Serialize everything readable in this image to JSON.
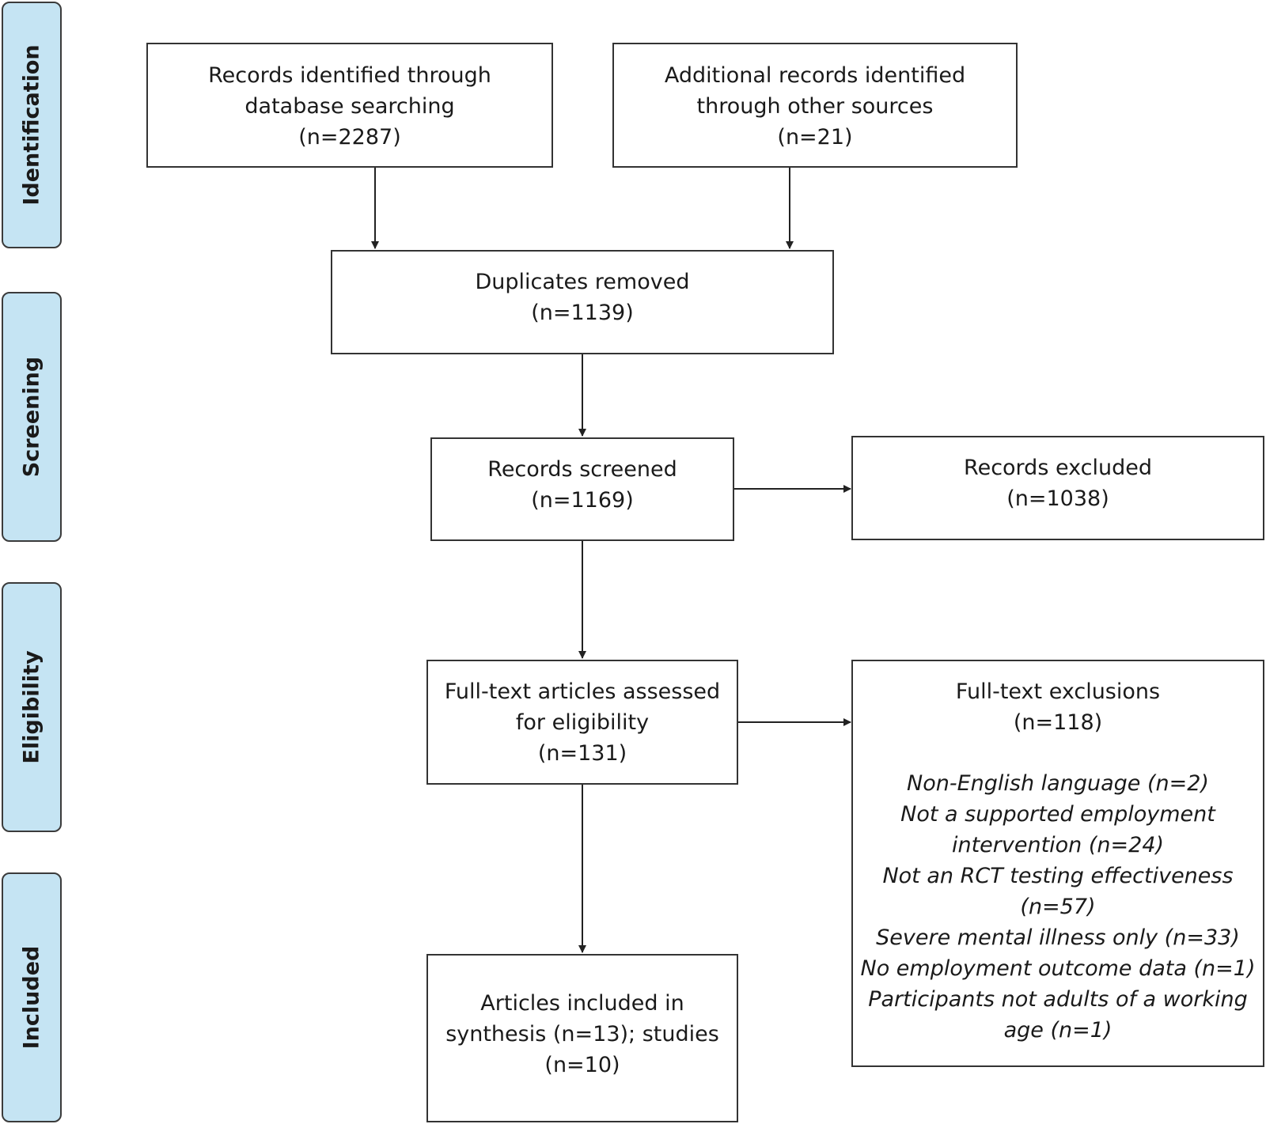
{
  "stages": [
    "Identification",
    "Screening",
    "Eligibility",
    "Included"
  ],
  "boxes": {
    "database": {
      "lines": [
        "Records identified through",
        "database searching",
        "(n=2287)"
      ]
    },
    "other": {
      "lines": [
        "Additional records identified",
        "through other sources",
        "(n=21)"
      ]
    },
    "duplicates": {
      "lines": [
        "Duplicates removed",
        "(n=1139)"
      ]
    },
    "screened": {
      "lines": [
        "Records screened",
        "(n=1169)"
      ]
    },
    "excluded": {
      "lines": [
        "Records excluded",
        "(n=1038)"
      ]
    },
    "fulltext": {
      "lines": [
        "Full-text articles assessed",
        "for eligibility",
        "(n=131)"
      ]
    },
    "fulltext_exclusions": {
      "lines": [
        "Full-text exclusions",
        "(n=118)"
      ],
      "reasons": [
        "Non-English language (n=2)",
        "Not a supported employment",
        "intervention (n=24)",
        "Not an RCT testing effectiveness",
        "(n=57)",
        "Severe mental illness only (n=33)",
        "No employment outcome data (n=1)",
        "Participants not adults of a working",
        "age (n=1)"
      ]
    },
    "included": {
      "lines": [
        "Articles included in",
        "synthesis (n=13); studies",
        "(n=10)"
      ]
    }
  }
}
